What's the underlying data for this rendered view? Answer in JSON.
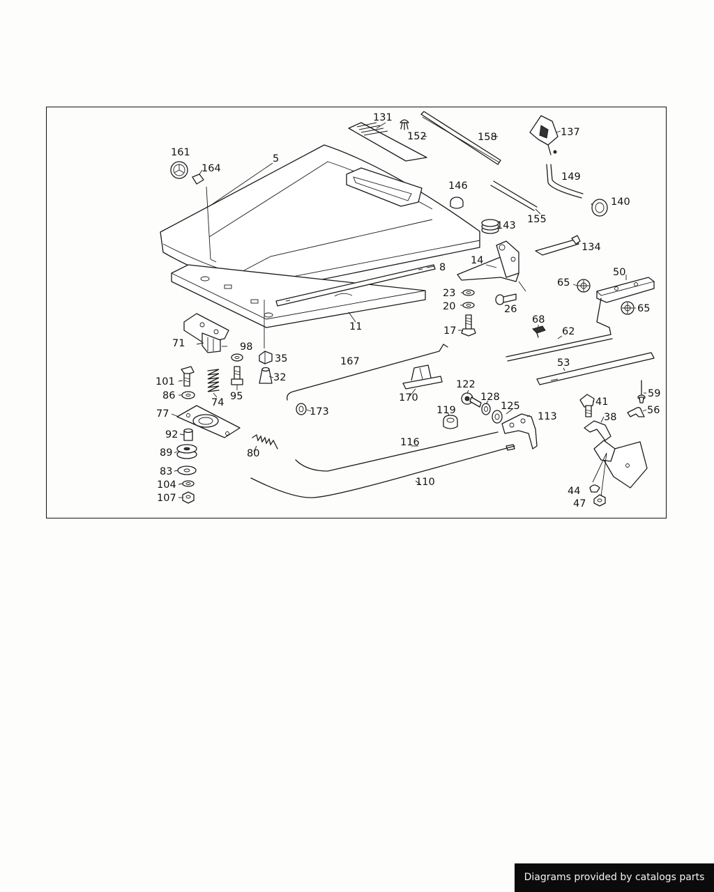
{
  "credit": "Diagrams provided by catalogs parts",
  "part_numbers": [
    "5",
    "8",
    "11",
    "14",
    "17",
    "20",
    "23",
    "26",
    "32",
    "35",
    "38",
    "41",
    "44",
    "47",
    "50",
    "53",
    "56",
    "59",
    "62",
    "65",
    "65",
    "68",
    "71",
    "74",
    "77",
    "80",
    "83",
    "86",
    "89",
    "92",
    "95",
    "98",
    "101",
    "104",
    "107",
    "110",
    "113",
    "116",
    "119",
    "122",
    "125",
    "128",
    "131",
    "134",
    "137",
    "140",
    "143",
    "146",
    "149",
    "152",
    "155",
    "158",
    "161",
    "164",
    "167",
    "170",
    "173"
  ]
}
